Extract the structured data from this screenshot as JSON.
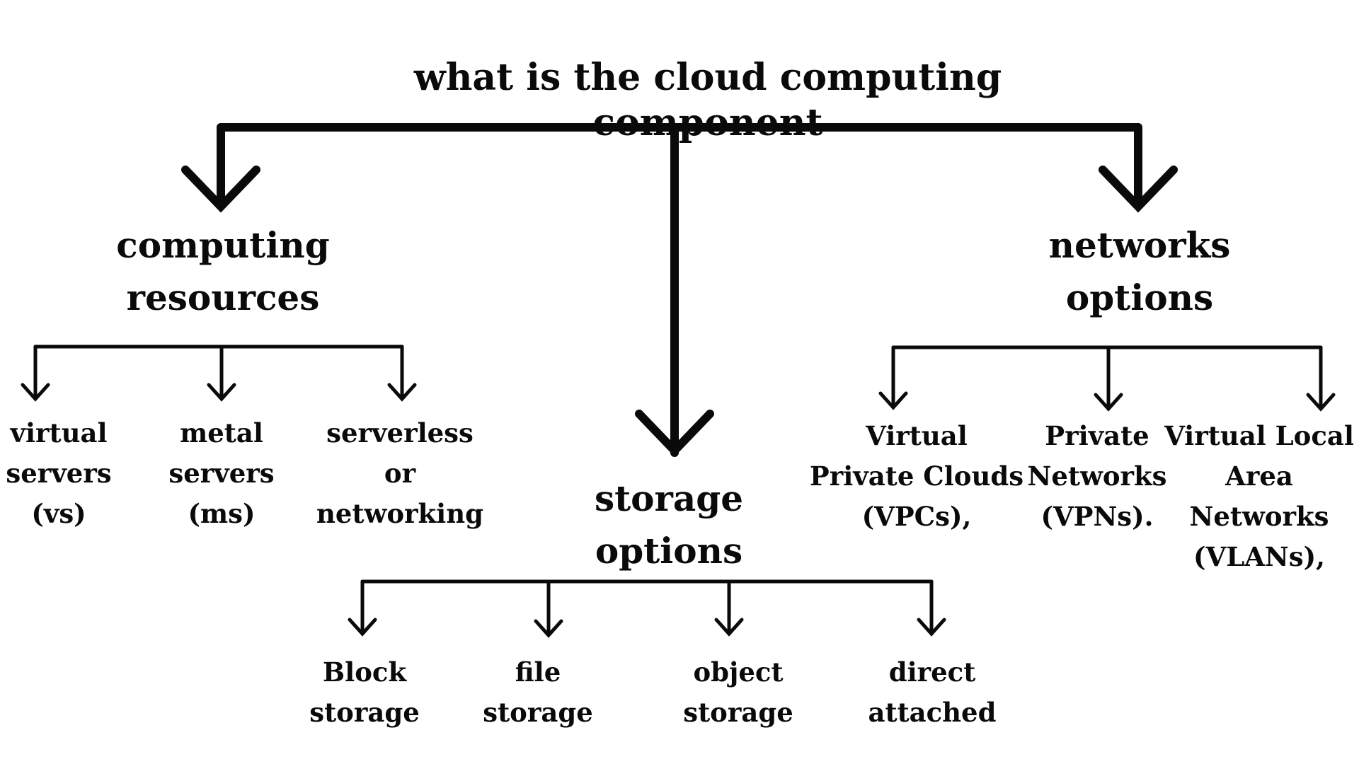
{
  "title": "what is the cloud computing component",
  "branches": {
    "computing": {
      "label": "computing\nresources",
      "leaves": [
        "virtual\nservers\n(vs)",
        "metal\nservers\n(ms)",
        "serverless\nor\nnetworking"
      ]
    },
    "storage": {
      "label": "storage\noptions",
      "leaves": [
        "Block\nstorage",
        "file\nstorage",
        "object\nstorage",
        "direct\nattached"
      ]
    },
    "networks": {
      "label": "networks\noptions",
      "leaves": [
        "Virtual\nPrivate Clouds\n(VPCs),",
        "Private\nNetworks\n(VPNs).",
        "Virtual Local\nArea Networks\n(VLANs),"
      ]
    }
  },
  "colors": {
    "ink": "#0a0a0a",
    "background": "#ffffff"
  }
}
